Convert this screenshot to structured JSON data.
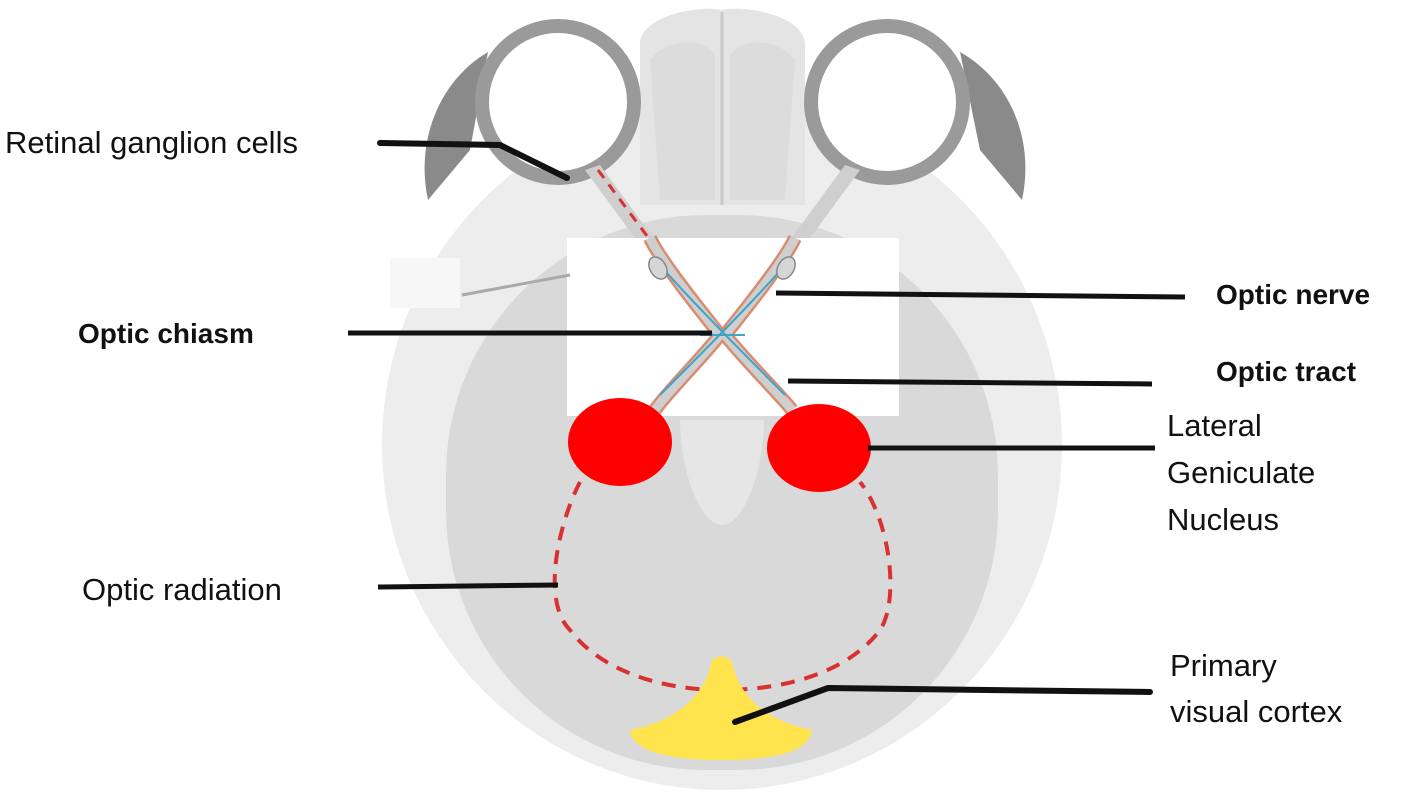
{
  "labels": {
    "retinal_ganglion_cells": "Retinal ganglion cells",
    "optic_nerve": "Optic nerve",
    "optic_chiasm": "Optic chiasm",
    "optic_tract": "Optic tract",
    "lgn_line1": "Lateral",
    "lgn_line2": "Geniculate",
    "lgn_line3": "Nucleus",
    "optic_radiation": "Optic radiation",
    "v1_line1": "Primary",
    "v1_line2": "visual cortex"
  },
  "colors": {
    "skull": "#ededed",
    "brain": "#d9d9d9",
    "eye_ring": "#9a9a9a",
    "orbit_shadow": "#8a8a8a",
    "nasal": "#e4e4e4",
    "lgn": "#ff0000",
    "radiation": "#d93030",
    "visual_cortex": "#ffe44d",
    "nerve_copper": "#d98c72",
    "nerve_blue": "#3fa4c8",
    "leader": "#111111"
  }
}
